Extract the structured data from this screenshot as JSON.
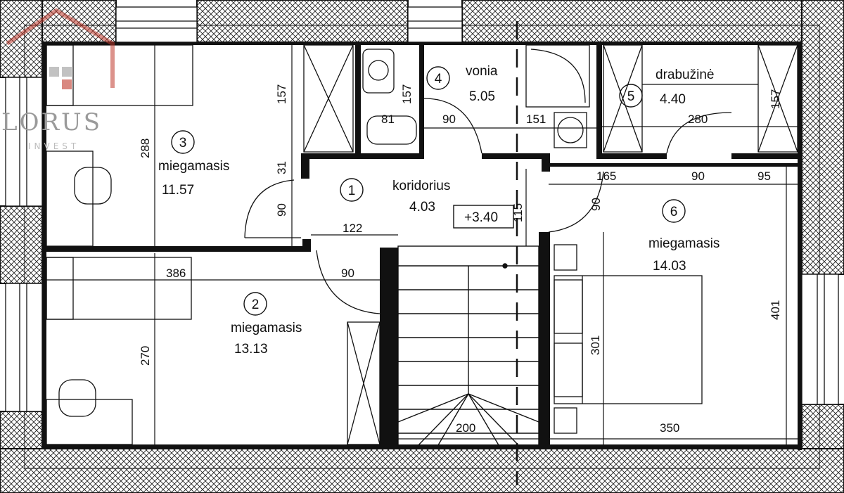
{
  "logo": {
    "name": "LORUS",
    "tagline": "INVEST"
  },
  "level_mark": "+3.40",
  "rooms": [
    {
      "number": "1",
      "name": "koridorius",
      "area": "4.03"
    },
    {
      "number": "2",
      "name": "miegamasis",
      "area": "13.13"
    },
    {
      "number": "3",
      "name": "miegamasis",
      "area": "11.57"
    },
    {
      "number": "4",
      "name": "vonia",
      "area": "5.05"
    },
    {
      "number": "5",
      "name": "drabužinė",
      "area": "4.40"
    },
    {
      "number": "6",
      "name": "miegamasis",
      "area": "14.03"
    }
  ],
  "dimensions": {
    "d157a": "157",
    "d157b": "157",
    "d157c": "157",
    "d288": "288",
    "d31": "31",
    "d81": "81",
    "d90a": "90",
    "d151": "151",
    "d280": "280",
    "d165": "165",
    "d90b": "90",
    "d95": "95",
    "d90c": "90",
    "d115": "115",
    "d122": "122",
    "d90d": "90",
    "d386": "386",
    "d90e": "90",
    "d270": "270",
    "d301": "301",
    "d401": "401",
    "d200": "200",
    "d350": "350"
  },
  "colors": {
    "wall": "#111111",
    "logo_red": "#c0392b",
    "logo_grey": "#9a9a9a"
  }
}
